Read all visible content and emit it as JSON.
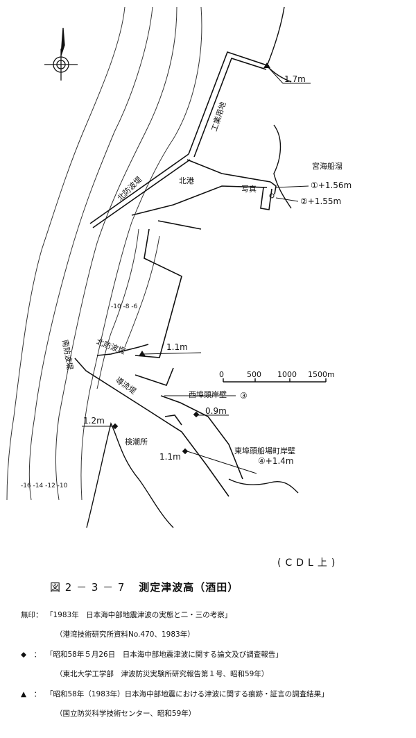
{
  "map": {
    "north_symbol": "north-arrow",
    "labels": {
      "kita_bohatei": "北防波堤",
      "kita_minato": "北港",
      "kogyo": "工業用地",
      "miyaumi": "宮海船溜",
      "shashin": "写真",
      "kita_bohatei2": "北防波堤",
      "minami_bohatei": "南防波堤",
      "tsukiji": "導流堤",
      "nishi_futo": "西埠頭岸壁",
      "higashi_futo": "東埠頭船場町岸壁",
      "kenchojo": "検潮所",
      "depth_mid": "-10 -8 -6",
      "depth_bottom": "-16   -14   -12   -10"
    },
    "values": {
      "h1": "1.7m",
      "h2": "①+1.56m",
      "h3": "②+1.55m",
      "h4": "1.1m",
      "h5": "③",
      "h6": "0.9m",
      "h7": "1.2m",
      "h8": "1.1m",
      "h9": "④+1.4m"
    },
    "scale_labels": [
      "0",
      "500",
      "1000",
      "1500m"
    ]
  },
  "caption": {
    "cdl": "(CDL上)",
    "figure_number": "図 2 － 3 － 7",
    "figure_title": "測定津波高（酒田）",
    "references": [
      {
        "mark": "無印：",
        "text": "「1983年　日本海中部地震津波の実態と二・三の考察」",
        "sub": "（港湾技術研究所資料No.470、1983年）"
      },
      {
        "mark": "◆　：",
        "text": "「昭和58年５月26日　日本海中部地震津波に関する論文及び調査報告」",
        "sub": "（東北大学工学部　津波防災実験所研究報告第１号、昭和59年）"
      },
      {
        "mark": "▲　：",
        "text": "「昭和58年（1983年）日本海中部地震における津波に関する痕跡・証言の調査結果」",
        "sub": "（国立防災科学技術センター、昭和59年）"
      }
    ]
  }
}
